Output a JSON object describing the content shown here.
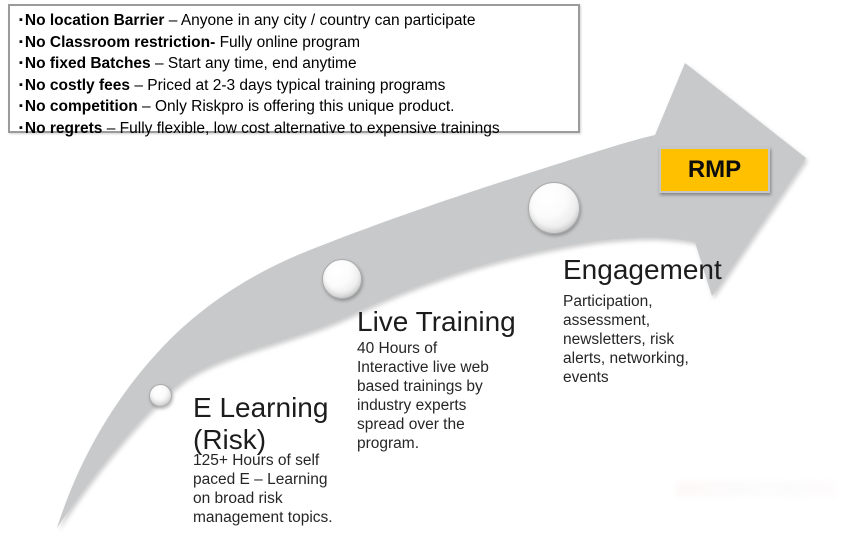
{
  "intro_box": {
    "bullet_icon": "▪",
    "bullets": [
      {
        "lead": "No location Barrier",
        "rest": " – Anyone in any city / country can participate"
      },
      {
        "lead": "No Classroom restriction-",
        "rest": " Fully online program"
      },
      {
        "lead": "No fixed Batches",
        "rest": " – Start any time, end anytime"
      },
      {
        "lead": "No costly fees",
        "rest": " – Priced at 2-3 days typical training programs"
      },
      {
        "lead": "No competition",
        "rest": " – Only Riskpro is offering this unique product."
      },
      {
        "lead": "No regrets",
        "rest": " – Fully flexible, low cost alternative to expensive trainings"
      }
    ]
  },
  "arrow": {
    "label": "RMP",
    "fill": "#c8c9ca",
    "label_bg": "#ffc000",
    "label_border": "#c6c6c6"
  },
  "milestones": [
    {
      "title": "E Learning\n(Risk)",
      "body": "125+ Hours of self\npaced E – Learning\non broad risk\nmanagement  topics."
    },
    {
      "title": "Live Training",
      "body": "40 Hours of\nInteractive live web\nbased trainings by\nindustry experts\nspread over the\nprogram."
    },
    {
      "title": "Engagement",
      "body": "Participation,\nassessment,\nnewsletters, risk\nalerts, networking,\nevents"
    }
  ]
}
